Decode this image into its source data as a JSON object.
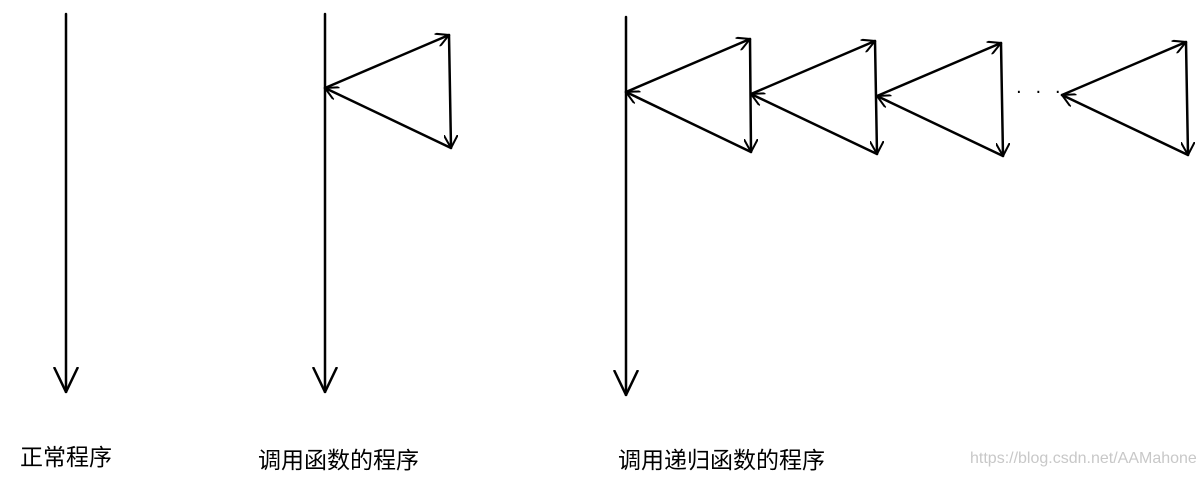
{
  "labels": {
    "normal": "正常程序",
    "call_function": "调用函数的程序",
    "recursive": "调用递归函数的程序"
  },
  "ellipsis": "· · ·",
  "watermark": "https://blog.csdn.net/AAMahone",
  "colors": {
    "stroke": "#000000",
    "watermark": "#c8c8c8"
  }
}
